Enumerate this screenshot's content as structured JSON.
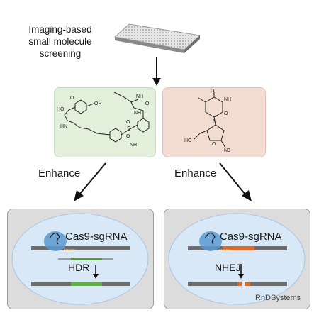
{
  "header": {
    "line1": "Imaging-based",
    "line2": "small molecule",
    "line3": "screening"
  },
  "molecules": {
    "left_panel_color": "#e2efdb",
    "right_panel_color": "#f3ddd3",
    "left_atoms": [
      "HO",
      "O",
      "OH",
      "HN",
      "NH",
      "NH",
      "S",
      "O",
      "O",
      "NH",
      "O"
    ],
    "right_atoms": [
      "O",
      "NH",
      "N",
      "O",
      "O",
      "HO",
      "N3"
    ]
  },
  "enhance": {
    "left": "Enhance",
    "right": "Enhance"
  },
  "cells": {
    "left": {
      "complex_label": "Cas9-sgRNA",
      "process": "HDR"
    },
    "right": {
      "complex_label": "Cas9-sgRNA",
      "process": "NHEJ"
    }
  },
  "colors": {
    "cell_fill": "#d9e8f6",
    "cas9": "#5a9ad1",
    "dna_gray": "#6d6d6d",
    "hdr_green": "#63ae49",
    "nhej_orange": "#d86a2a"
  },
  "watermark": "RnDSystems"
}
